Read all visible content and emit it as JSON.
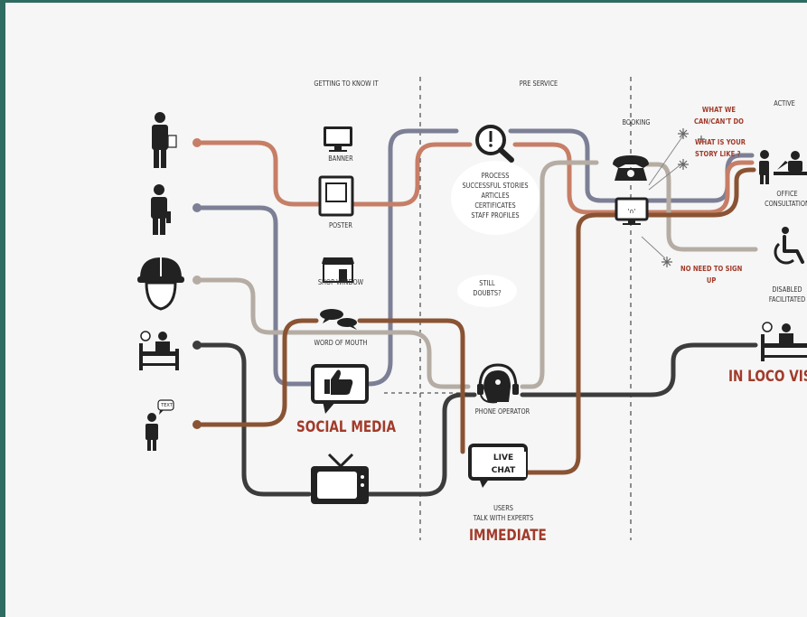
{
  "phases": [
    "GETTING TO KNOW IT",
    "PRE SERVICE",
    "BOOKING",
    "ACTIVE"
  ],
  "touchpoints": {
    "banner": "BANNER",
    "poster": "POSTER",
    "shop_window": "SHOP WINDOW",
    "word_of_mouth": "WORD OF MOUTH",
    "social_media": "SOCIAL MEDIA",
    "phone_operator": "PHONE OPERATOR",
    "live_chat": [
      "LIVE",
      "CHAT"
    ],
    "users_talk": [
      "USERS",
      "TALK WITH EXPERTS"
    ],
    "immediate": "IMMEDIATE",
    "process_list": [
      "PROCESS",
      "SUCCESSFUL STORIES",
      "ARTICLES",
      "CERTIFICATES",
      "STAFF PROFILES"
    ],
    "still_doubts": [
      "STILL",
      "DOUBTS?"
    ],
    "office_consultation": [
      "OFFICE",
      "CONSULTATION"
    ],
    "disabled_facilitated": [
      "DISABLED",
      "FACILITATED"
    ],
    "in_loco_visit": "IN LOCO VISI"
  },
  "notes": {
    "what_we": [
      "WHAT WE",
      "CAN/CAN'T DO"
    ],
    "story": [
      "WHAT IS YOUR",
      "STORY LIKE ?"
    ],
    "no_sign": [
      "NO NEED TO SIGN",
      "UP"
    ]
  },
  "speech_text": "TEXT",
  "icons": [
    "businessman-icon",
    "worker-icon",
    "hardhat-icon",
    "bed-patient-icon",
    "speaking-person-icon",
    "monitor-icon",
    "poster-icon",
    "shop-icon",
    "speech-bubbles-icon",
    "thumbs-up-icon",
    "tv-icon",
    "search-icon",
    "telephone-icon",
    "headset-icon",
    "wheelchair-icon"
  ],
  "colors": {
    "orange": "#c77e66",
    "slate": "#7c7f95",
    "beige": "#b5aca4",
    "brown": "#8a5333",
    "dark": "#3c3c3c",
    "accent_red": "#a23a2a",
    "background": "#f5f6f5"
  }
}
